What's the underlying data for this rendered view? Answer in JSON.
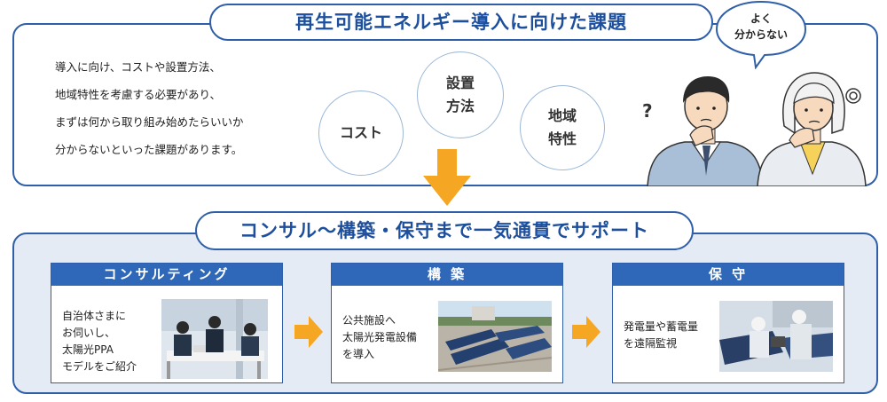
{
  "issues": {
    "title": "再生可能エネルギー導入に向けた課題",
    "lines": [
      "導入に向け、コストや設置方法、",
      "地域特性を考慮する必要があり、",
      "まずは何から取り組み始めたらいいか",
      "分からないといった課題があります。"
    ],
    "bubbles": {
      "cost": "コスト",
      "setup": "設置\n方法",
      "area": "地域\n特性"
    },
    "speech": "よく\n分からない"
  },
  "support": {
    "title": "コンサル～構築・保守まで一気通貫でサポート",
    "cards": [
      {
        "title": "コンサルティング",
        "text": "自治体さまに\nお伺いし、\n太陽光PPA\nモデルをご紹介"
      },
      {
        "title": "構 築",
        "text": "公共施設へ\n太陽光発電設備\nを導入"
      },
      {
        "title": "保 守",
        "text": "発電量や蓄電量\nを遠隔監視"
      }
    ]
  },
  "colors": {
    "navy": "#2f5fa8",
    "header": "#2f68b8",
    "arrow": "#f5a623",
    "panel": "#e5ebf5"
  }
}
